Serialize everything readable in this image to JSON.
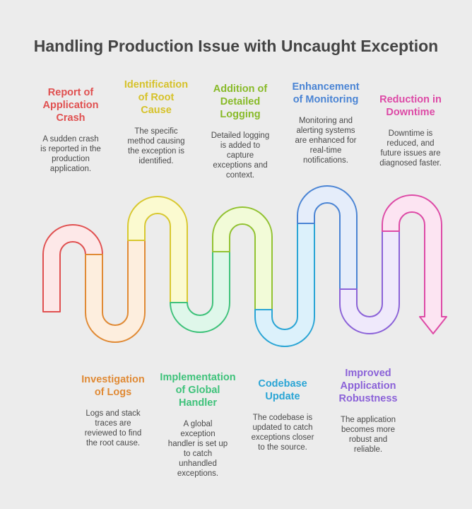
{
  "title": "Handling Production Issue with Uncaught Exception",
  "steps": [
    {
      "title": [
        "Report of",
        "Application",
        "Crash"
      ],
      "text": [
        "A sudden crash",
        "is reported in the",
        "production",
        "application."
      ],
      "color": "#e05050",
      "fill": "#fde8e8"
    },
    {
      "title": [
        "Investigation",
        "of Logs"
      ],
      "text": [
        "Logs and stack",
        "traces are",
        "reviewed to find",
        "the root cause."
      ],
      "color": "#e08a35",
      "fill": "#fdeede"
    },
    {
      "title": [
        "Identification",
        "of Root",
        "Cause"
      ],
      "text": [
        "The specific",
        "method causing",
        "the exception is",
        "identified."
      ],
      "color": "#d8c830",
      "fill": "#fbfad0"
    },
    {
      "title": [
        "Implementation",
        "of Global",
        "Handler"
      ],
      "text": [
        "A global",
        "exception",
        "handler is set up",
        "to catch",
        "unhandled",
        "exceptions."
      ],
      "color": "#3ec27a",
      "fill": "#dff7ea"
    },
    {
      "title": [
        "Addition of",
        "Detailed",
        "Logging"
      ],
      "text": [
        "Detailed logging",
        "is added to",
        "capture",
        "exceptions and",
        "context."
      ],
      "color": "#92c232",
      "fill": "#f2fbd8"
    },
    {
      "title": [
        "Codebase",
        "Update"
      ],
      "text": [
        "The codebase is",
        "updated to catch",
        "exceptions closer",
        "to the source."
      ],
      "color": "#2aa5d5",
      "fill": "#dcf1fb"
    },
    {
      "title": [
        "Enhancement",
        "of Monitoring"
      ],
      "text": [
        "Monitoring and",
        "alerting systems",
        "are enhanced for",
        "real-time",
        "notifications."
      ],
      "color": "#4a84d4",
      "fill": "#e5edfa"
    },
    {
      "title": [
        "Improved",
        "Application",
        "Robustness"
      ],
      "text": [
        "The application",
        "becomes more",
        "robust and",
        "reliable."
      ],
      "color": "#8b62d8",
      "fill": "#efe9fb"
    },
    {
      "title": [
        "Reduction in",
        "Downtime"
      ],
      "text": [
        "Downtime is",
        "reduced, and",
        "future issues are",
        "diagnosed faster."
      ],
      "color": "#dd4aa6",
      "fill": "#fce4f2"
    }
  ]
}
